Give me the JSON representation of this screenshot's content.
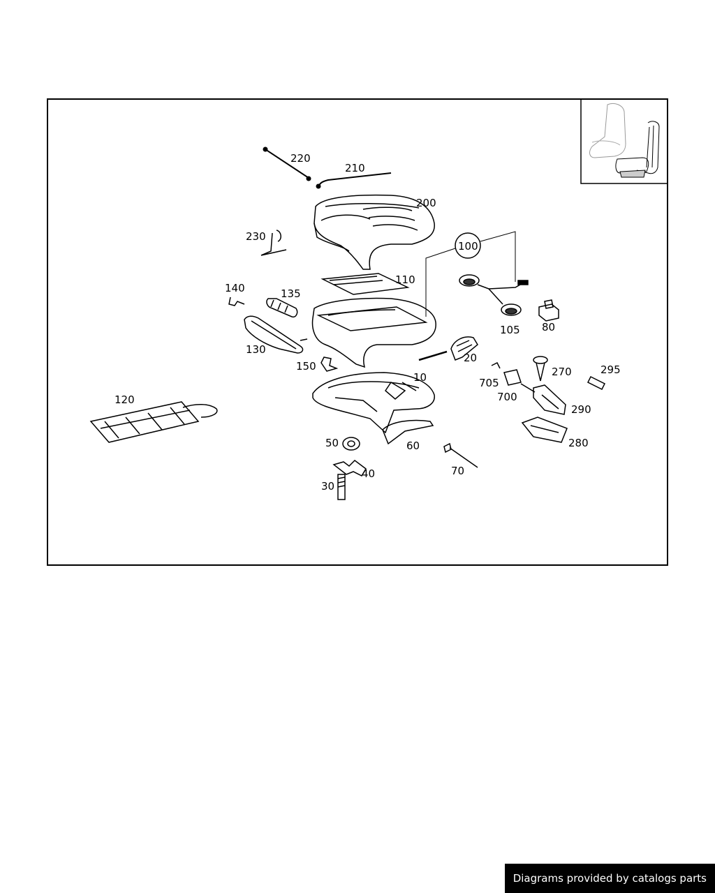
{
  "footer": {
    "text": "Diagrams provided by catalogs parts"
  },
  "parts": {
    "p10": "10",
    "p20": "20",
    "p30": "30",
    "p40": "40",
    "p50": "50",
    "p60": "60",
    "p70": "70",
    "p80": "80",
    "p100": "100",
    "p105": "105",
    "p110": "110",
    "p120": "120",
    "p130": "130",
    "p135": "135",
    "p140": "140",
    "p150": "150",
    "p200": "200",
    "p210": "210",
    "p220": "220",
    "p230": "230",
    "p270": "270",
    "p280": "280",
    "p290": "290",
    "p295": "295",
    "p700": "700",
    "p705": "705"
  },
  "colors": {
    "line": "#000000",
    "background": "#ffffff",
    "footer_bg": "#000000",
    "footer_text": "#ffffff"
  }
}
